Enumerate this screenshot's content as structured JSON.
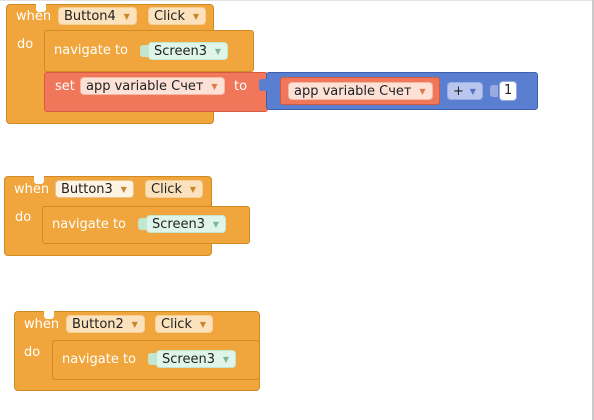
{
  "blocks": [
    {
      "event_keyword": "when",
      "component": "Button4",
      "event": "Click",
      "do_keyword": "do",
      "navigate_label": "navigate to",
      "screen": "Screen3",
      "set_keyword": "set",
      "set_target": "app variable Счет",
      "to_keyword": "to",
      "get_variable": "app variable Счет",
      "operator": "+",
      "operand": "1"
    },
    {
      "event_keyword": "when",
      "component": "Button3",
      "event": "Click",
      "do_keyword": "do",
      "navigate_label": "navigate to",
      "screen": "Screen3"
    },
    {
      "event_keyword": "when",
      "component": "Button2",
      "event": "Click",
      "do_keyword": "do",
      "navigate_label": "navigate to",
      "screen": "Screen3"
    }
  ],
  "icons": {
    "dropdown": "chevron-down-icon"
  },
  "colors": {
    "event_block": "#f0a63c",
    "variable_block": "#f0775a",
    "math_block": "#5b7fd0",
    "screen_field": "#e0f5ea"
  }
}
